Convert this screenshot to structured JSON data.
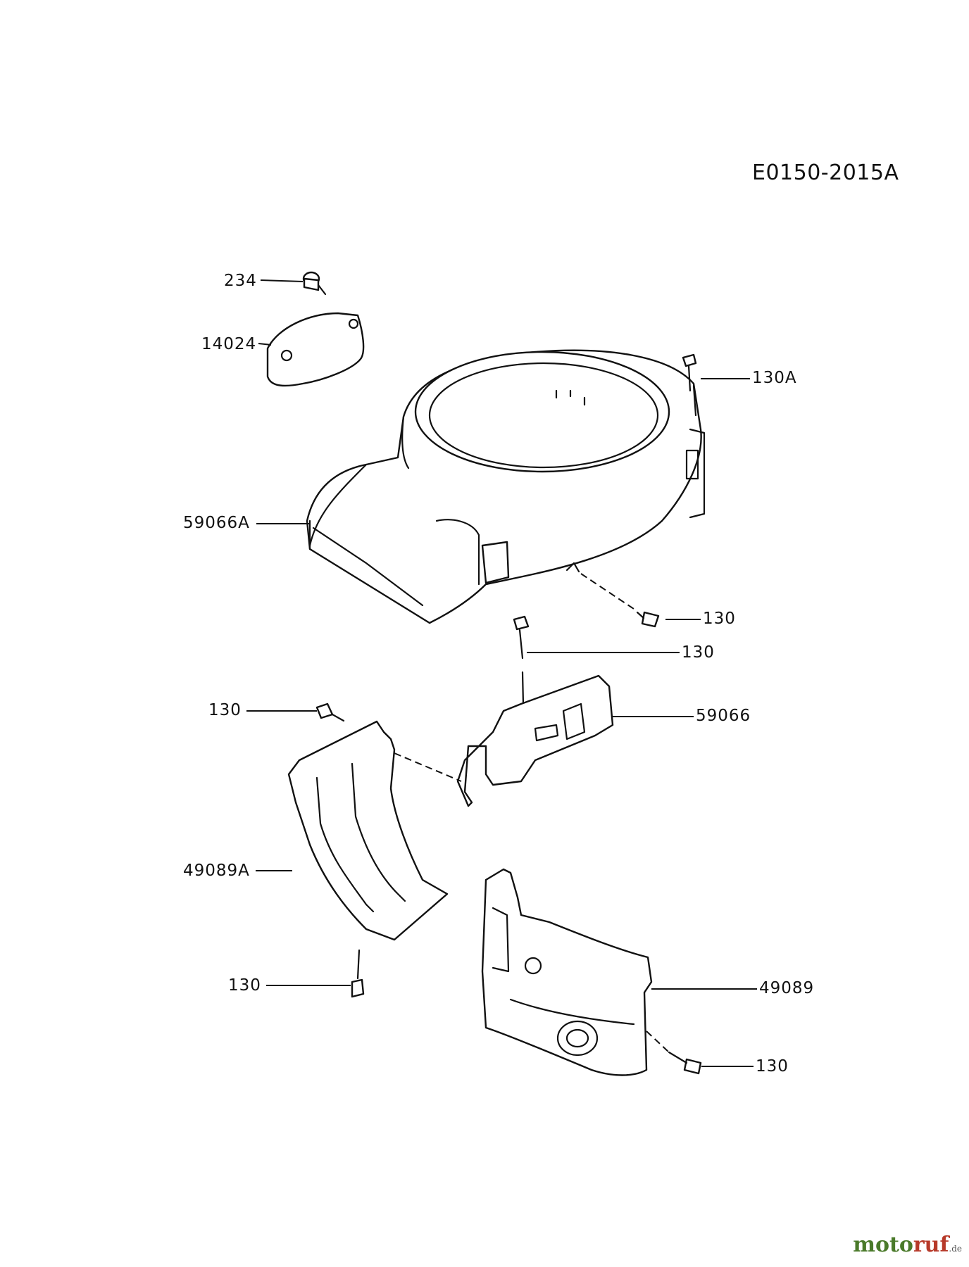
{
  "diagram_code": "E0150-2015A",
  "parts": [
    {
      "id": "p234",
      "label": "234"
    },
    {
      "id": "p14024",
      "label": "14024"
    },
    {
      "id": "p130A",
      "label": "130A"
    },
    {
      "id": "p59066A",
      "label": "59066A"
    },
    {
      "id": "p130a",
      "label": "130"
    },
    {
      "id": "p130b",
      "label": "130"
    },
    {
      "id": "p130c",
      "label": "130"
    },
    {
      "id": "p59066",
      "label": "59066"
    },
    {
      "id": "p49089A",
      "label": "49089A"
    },
    {
      "id": "p130d",
      "label": "130"
    },
    {
      "id": "p49089",
      "label": "49089"
    },
    {
      "id": "p130e",
      "label": "130"
    }
  ],
  "watermark": {
    "part1": "moto",
    "part2": "ruf",
    "suffix": ".de"
  }
}
